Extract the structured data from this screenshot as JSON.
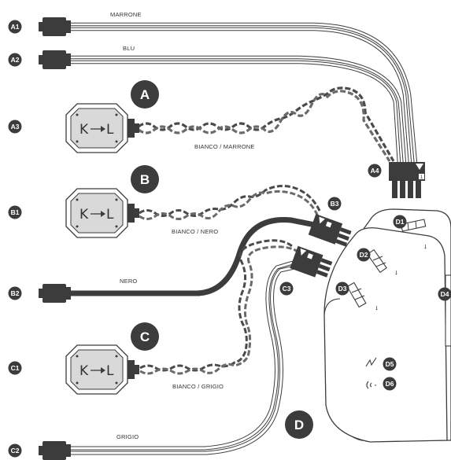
{
  "badges": {
    "a1": "A1",
    "a2": "A2",
    "a3": "A3",
    "a4": "A4",
    "b1": "B1",
    "b2": "B2",
    "b3": "B3",
    "c1": "C1",
    "c2": "C2",
    "c3": "C3",
    "d1": "D1",
    "d2": "D2",
    "d3": "D3",
    "d4": "D4",
    "d5": "D5",
    "d6": "D6"
  },
  "groups": {
    "a": "A",
    "b": "B",
    "c": "C",
    "d": "D"
  },
  "wires": {
    "marrone": "MARRONE",
    "blu": "BLU",
    "bianco_marrone": "BIANCO / MARRONE",
    "bianco_nero": "BIANCO / NERO",
    "nero": "NERO",
    "bianco_grigio": "BIANCO / GRIGIO",
    "grigio": "GRIGIO"
  },
  "sensor_label": {
    "k": "K",
    "l": "L"
  },
  "pin_mark": "1",
  "colors": {
    "ink": "#3c3c3c",
    "wire_dark": "#4a4a4a",
    "device_fill": "#ffffff",
    "sensor_fill": "#d9d9d9"
  }
}
